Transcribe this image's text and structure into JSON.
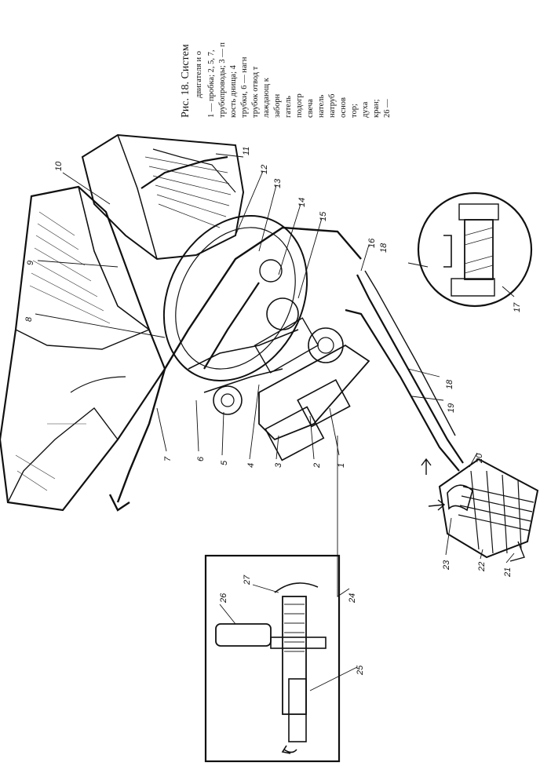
{
  "figure": {
    "caption_title": "Рис. 18. Систем",
    "caption_lines": [
      "двигателя и о",
      "1 — пробка; 2, 5, 7,",
      "трубопроводы; 3 — п",
      "кость днища; 4",
      "трубки, 6 — нагн",
      "трубок отвод т",
      "лаждающ к",
      "заборн",
      "гатель",
      "подогр",
      "свеча",
      "натель",
      "натруб",
      "основ",
      "тор;",
      "духа",
      "кран;",
      "26 —"
    ],
    "callouts": [
      "1",
      "2",
      "3",
      "4",
      "5",
      "6",
      "7",
      "8",
      "9",
      "10",
      "11",
      "12",
      "13",
      "14",
      "15",
      "16",
      "17",
      "18",
      "18",
      "19",
      "20",
      "21",
      "22",
      "23",
      "24",
      "25",
      "26",
      "27"
    ]
  }
}
